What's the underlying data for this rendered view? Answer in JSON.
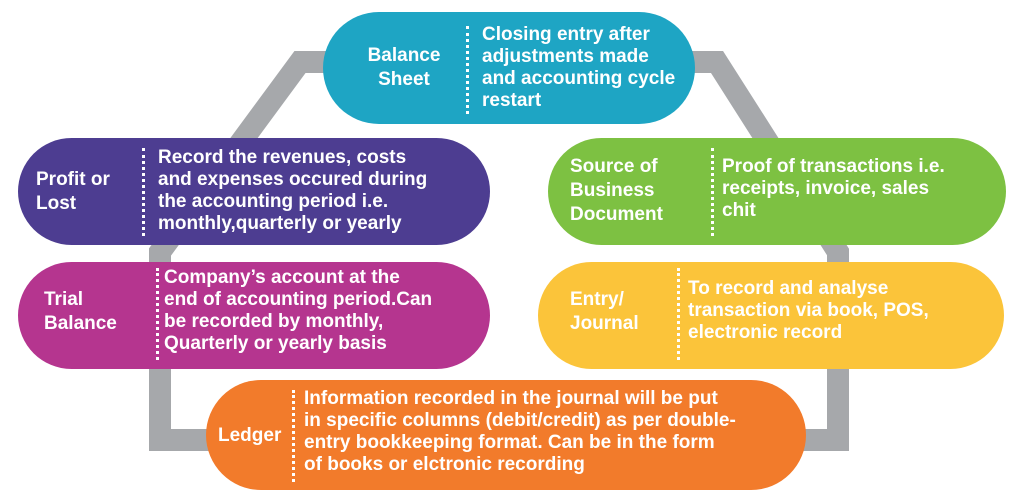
{
  "colors": {
    "connector": "#a6a8ab",
    "balance_sheet": "#1ea5c4",
    "profit_or_lost": "#4d3d91",
    "source_document": "#7dc142",
    "trial_balance": "#b5358f",
    "entry_journal": "#fbc43a",
    "ledger": "#f27b2b"
  },
  "stages": {
    "balance_sheet": {
      "title": "Balance\nSheet",
      "description": "Closing entry after\nadjustments made\nand accounting cycle\nrestart"
    },
    "profit_or_lost": {
      "title": "Profit or\nLost",
      "description": "Record the revenues, costs\nand expenses occured during\nthe accounting period i.e.\nmonthly,quarterly or yearly"
    },
    "source_document": {
      "title": "Source of\nBusiness\nDocument",
      "description": "Proof of transactions i.e.\nreceipts, invoice, sales\nchit"
    },
    "trial_balance": {
      "title": "Trial\nBalance",
      "description": "Company’s account at the\nend of accounting period.Can\nbe recorded by monthly,\nQuarterly or yearly basis"
    },
    "entry_journal": {
      "title": "Entry/\nJournal",
      "description": "To record and analyse\ntransaction via book, POS,\nelectronic record"
    },
    "ledger": {
      "title": "Ledger",
      "description": "Information recorded in the journal will be put\nin specific columns (debit/credit) as per double-\nentry bookkeeping format. Can be in the form\nof books or elctronic recording"
    }
  }
}
